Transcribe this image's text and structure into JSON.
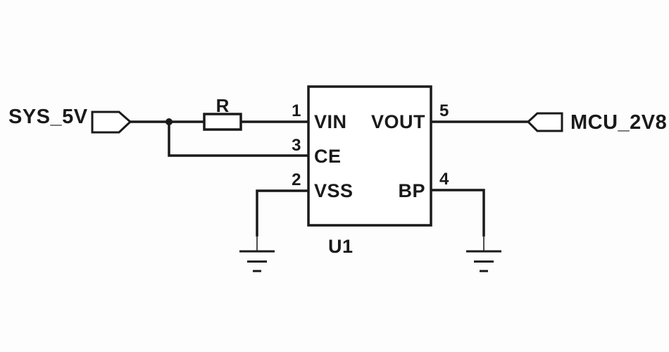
{
  "schematic": {
    "nets": {
      "input_label": "SYS_5V",
      "output_label": "MCU_2V8"
    },
    "components": {
      "resistor": {
        "ref": "R"
      },
      "ic": {
        "ref": "U1",
        "pins": [
          {
            "number": "1",
            "name": "VIN",
            "side": "left"
          },
          {
            "number": "3",
            "name": "CE",
            "side": "left"
          },
          {
            "number": "2",
            "name": "VSS",
            "side": "left"
          },
          {
            "number": "5",
            "name": "VOUT",
            "side": "right"
          },
          {
            "number": "4",
            "name": "BP",
            "side": "right"
          }
        ]
      },
      "grounds": [
        "ground-left",
        "ground-right"
      ]
    },
    "colors": {
      "line": "#1a1a1a",
      "background": "#fdfdfd",
      "shape_fill": "#ffffff"
    }
  }
}
